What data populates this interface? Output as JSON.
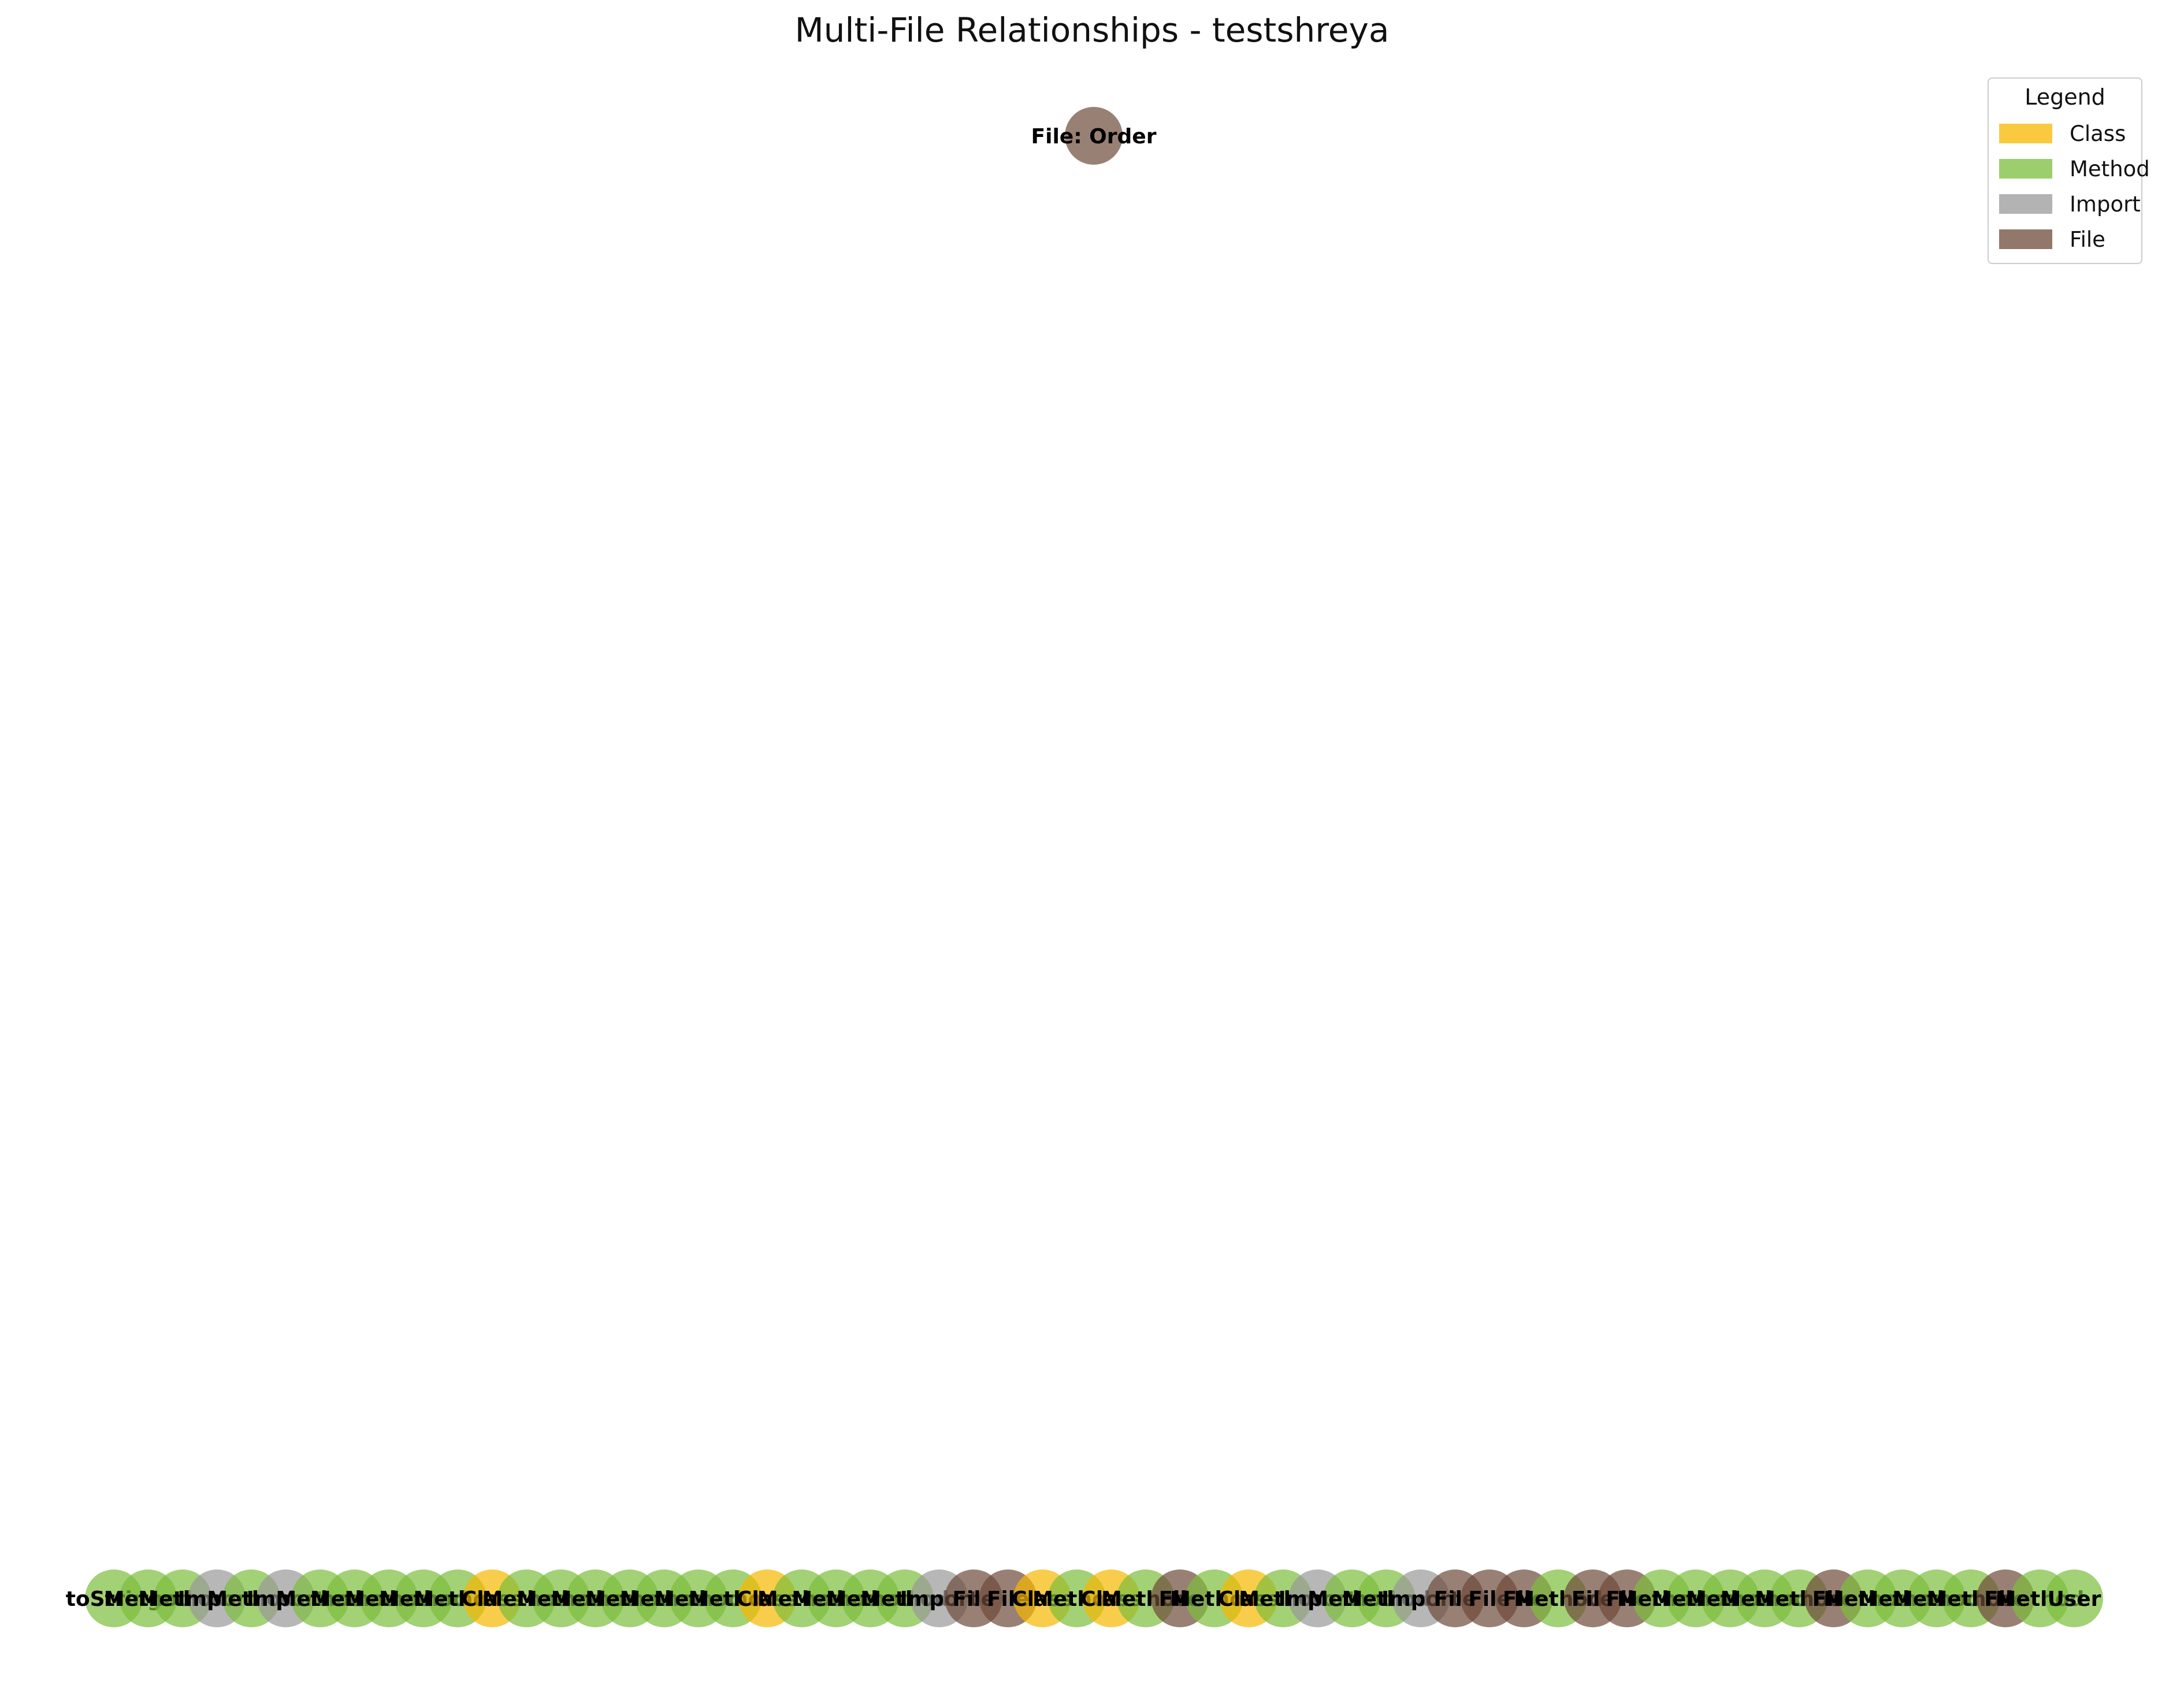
{
  "title": "Multi-File Relationships - testshreya",
  "legend": {
    "title": "Legend",
    "items": [
      {
        "label": "Class",
        "color": "#f7b800"
      },
      {
        "label": "Method",
        "color": "#7cbd3c"
      },
      {
        "label": "Import",
        "color": "#999999"
      },
      {
        "label": "File",
        "color": "#6e4a3a"
      }
    ]
  },
  "colors": {
    "Class": "#f7b800",
    "Method": "#7cbd3c",
    "Import": "#999999",
    "File": "#6e4a3a"
  },
  "top_node": {
    "type": "File",
    "label": "File: Order"
  },
  "row_nodes": [
    {
      "type": "Method",
      "label": "toString"
    },
    {
      "type": "Method",
      "label": "Method"
    },
    {
      "type": "Method",
      "label": "Method"
    },
    {
      "type": "Import",
      "label": "Import"
    },
    {
      "type": "Method",
      "label": "Method"
    },
    {
      "type": "Import",
      "label": "Import"
    },
    {
      "type": "Method",
      "label": "Method"
    },
    {
      "type": "Method",
      "label": "Method"
    },
    {
      "type": "Method",
      "label": "Method"
    },
    {
      "type": "Method",
      "label": "Method"
    },
    {
      "type": "Method",
      "label": "Method"
    },
    {
      "type": "Class",
      "label": "Class"
    },
    {
      "type": "Method",
      "label": "Method"
    },
    {
      "type": "Method",
      "label": "Method"
    },
    {
      "type": "Method",
      "label": "Method"
    },
    {
      "type": "Method",
      "label": "Method"
    },
    {
      "type": "Method",
      "label": "Method"
    },
    {
      "type": "Method",
      "label": "Method"
    },
    {
      "type": "Method",
      "label": "Method"
    },
    {
      "type": "Class",
      "label": "Class"
    },
    {
      "type": "Method",
      "label": "Method"
    },
    {
      "type": "Method",
      "label": "Method"
    },
    {
      "type": "Method",
      "label": "Method"
    },
    {
      "type": "Method",
      "label": "Method"
    },
    {
      "type": "Import",
      "label": "Import"
    },
    {
      "type": "File",
      "label": "File"
    },
    {
      "type": "File",
      "label": "File"
    },
    {
      "type": "Class",
      "label": "Class"
    },
    {
      "type": "Method",
      "label": "Method"
    },
    {
      "type": "Class",
      "label": "Class"
    },
    {
      "type": "Method",
      "label": "Method"
    },
    {
      "type": "File",
      "label": "File"
    },
    {
      "type": "Method",
      "label": "Method"
    },
    {
      "type": "Class",
      "label": "Class"
    },
    {
      "type": "Method",
      "label": "Method"
    },
    {
      "type": "Import",
      "label": "Import"
    },
    {
      "type": "Method",
      "label": "Method"
    },
    {
      "type": "Method",
      "label": "Method"
    },
    {
      "type": "Import",
      "label": "Import"
    },
    {
      "type": "File",
      "label": "File"
    },
    {
      "type": "File",
      "label": "File"
    },
    {
      "type": "File",
      "label": "File"
    },
    {
      "type": "Method",
      "label": "Method"
    },
    {
      "type": "File",
      "label": "File"
    },
    {
      "type": "File",
      "label": "File"
    },
    {
      "type": "Method",
      "label": "Method"
    },
    {
      "type": "Method",
      "label": "Method"
    },
    {
      "type": "Method",
      "label": "Method"
    },
    {
      "type": "Method",
      "label": "Method"
    },
    {
      "type": "Method",
      "label": "Method"
    },
    {
      "type": "File",
      "label": "File"
    },
    {
      "type": "Method",
      "label": "Method"
    },
    {
      "type": "Method",
      "label": "Method"
    },
    {
      "type": "Method",
      "label": "Method"
    },
    {
      "type": "Method",
      "label": "Method"
    },
    {
      "type": "File",
      "label": "File"
    },
    {
      "type": "Method",
      "label": "Method"
    },
    {
      "type": "Method",
      "label": "User"
    }
  ]
}
